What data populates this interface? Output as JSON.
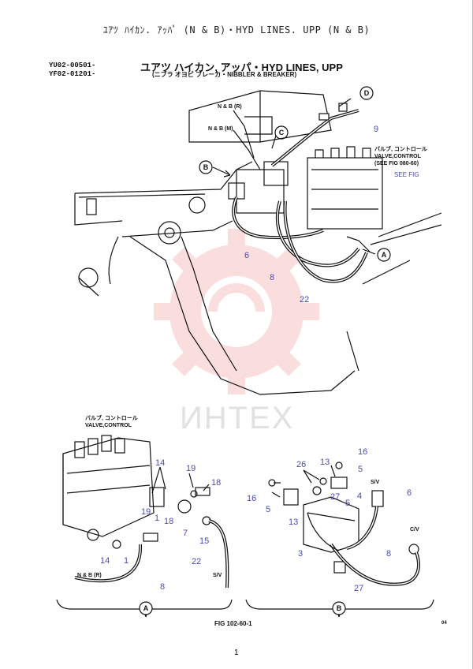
{
  "header": {
    "title": "ﾕｱﾂ ﾊｲｶﾝ. ｱｯﾊﾟ (N & B)・HYD LINES. UPP (N & B)"
  },
  "codes": {
    "line1": "YU02-00501-",
    "line2": "YF02-01201-"
  },
  "diagram_title": {
    "main": "ユアツ ハイカン, アッパ・HYD LINES, UPP",
    "sub": "(ニブラ オヨビ ブレーカ・NIBBLER & BREAKER)"
  },
  "labels": {
    "nb_r": "N & B (R)",
    "nb_m": "N & B (M)",
    "valve_jp": "バルブ, コントロール",
    "valve_en": "VALVE,CONTROL",
    "see_fig": "(SEE FIG 080-60)",
    "see_fig_link": "SEE FIG",
    "valve2_jp": "バルブ, コントロール",
    "valve2_en": "VALVE,CONTROL",
    "nb_r2": "N & B (R)",
    "sv1": "S/V",
    "sv2": "S/V",
    "cv": "C/V",
    "fig": "FIG 102-60-1",
    "rev": "04",
    "page": "1",
    "watermark": "ИНТЕХ"
  },
  "letters": {
    "A": "A",
    "B": "B",
    "C": "C",
    "D": "D",
    "A2": "A",
    "B2": "B"
  },
  "callouts": {
    "c9": "9",
    "c6": "6",
    "c8": "8",
    "c22": "22",
    "l14": "14",
    "l19": "19",
    "l18": "18",
    "l18b": "18",
    "l19b": "19",
    "l1": "1",
    "l7": "7",
    "l15": "15",
    "l22": "22",
    "l14b": "14",
    "l1b": "1",
    "l8": "8",
    "r16": "16",
    "r26": "26",
    "r13": "13",
    "r5": "5",
    "r16b": "16",
    "r5b": "5",
    "r27": "27",
    "r4": "4",
    "r6": "6",
    "r13b": "13",
    "r3": "3",
    "r8": "8",
    "r27b": "27"
  },
  "colors": {
    "line": "#111111",
    "callout": "#4a4ab8",
    "watermark": "#e84a4a"
  }
}
